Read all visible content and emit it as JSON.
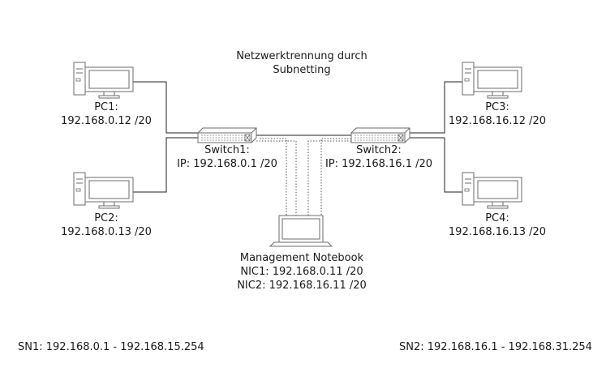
{
  "title": {
    "line1": "Netzwerktrennung durch",
    "line2": "Subnetting"
  },
  "nodes": {
    "pc1": {
      "name": "PC1:",
      "ip": "192.168.0.12 /20"
    },
    "pc2": {
      "name": "PC2:",
      "ip": "192.168.0.13 /20"
    },
    "pc3": {
      "name": "PC3:",
      "ip": "192.168.16.12 /20"
    },
    "pc4": {
      "name": "PC4:",
      "ip": "192.168.16.13 /20"
    },
    "switch1": {
      "name": "Switch1:",
      "ip": "IP: 192.168.0.1 /20"
    },
    "switch2": {
      "name": "Switch2:",
      "ip": "IP: 192.168.16.1 /20"
    },
    "notebook": {
      "name": "Management Notebook",
      "nic1": "NIC1: 192.168.0.11 /20",
      "nic2": "NIC2: 192.168.16.11 /20"
    }
  },
  "subnets": {
    "sn1": "SN1: 192.168.0.1 - 192.168.15.254",
    "sn2": "SN2: 192.168.16.1 - 192.168.31.254"
  },
  "colors": {
    "device_stroke": "#6b6b6b",
    "device_fill": "#ffffff",
    "link": "#222222",
    "dotted_link": "#555555"
  }
}
